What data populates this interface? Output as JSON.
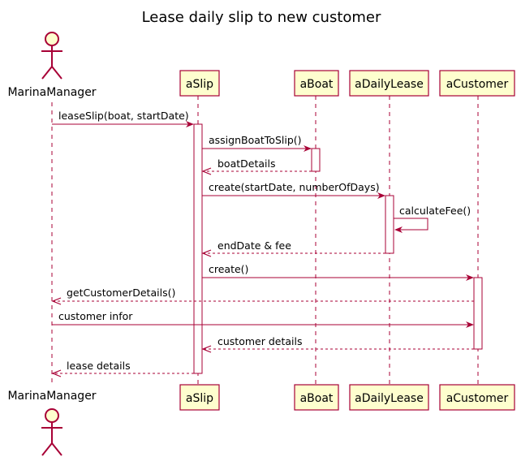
{
  "title": "Lease daily slip to new customer",
  "participants": {
    "manager": "MarinaManager",
    "slip": "aSlip",
    "boat": "aBoat",
    "lease": "aDailyLease",
    "customer": "aCustomer"
  },
  "messages": [
    {
      "from": "manager",
      "to": "slip",
      "label": "leaseSlip(boat, startDate)",
      "kind": "sync"
    },
    {
      "from": "slip",
      "to": "boat",
      "label": "assignBoatToSlip()",
      "kind": "sync"
    },
    {
      "from": "boat",
      "to": "slip",
      "label": "boatDetails",
      "kind": "return"
    },
    {
      "from": "slip",
      "to": "lease",
      "label": "create(startDate, numberOfDays)",
      "kind": "sync"
    },
    {
      "from": "lease",
      "to": "lease",
      "label": "calculateFee()",
      "kind": "self"
    },
    {
      "from": "lease",
      "to": "slip",
      "label": "endDate & fee",
      "kind": "return"
    },
    {
      "from": "slip",
      "to": "customer",
      "label": "create()",
      "kind": "sync"
    },
    {
      "from": "customer",
      "to": "manager",
      "label": "getCustomerDetails()",
      "kind": "return"
    },
    {
      "from": "manager",
      "to": "customer",
      "label": "customer infor",
      "kind": "sync"
    },
    {
      "from": "customer",
      "to": "slip",
      "label": "customer details",
      "kind": "return"
    },
    {
      "from": "slip",
      "to": "manager",
      "label": "lease details",
      "kind": "return"
    }
  ],
  "colors": {
    "line": "#A80036",
    "box_fill": "#FEFECE"
  }
}
